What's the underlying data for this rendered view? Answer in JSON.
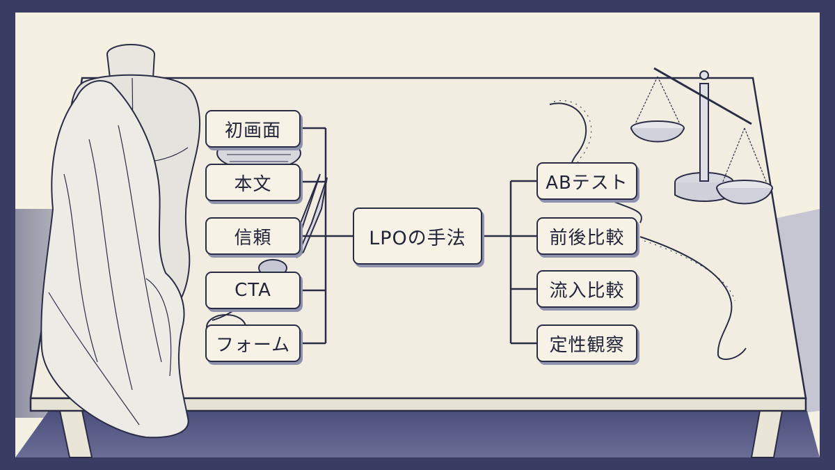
{
  "diagram": {
    "center": {
      "label": "LPOの手法"
    },
    "left_items": [
      {
        "label": "初画面"
      },
      {
        "label": "本文"
      },
      {
        "label": "信頼"
      },
      {
        "label": "CTA"
      },
      {
        "label": "フォーム"
      }
    ],
    "right_items": [
      {
        "label": "ABテスト"
      },
      {
        "label": "前後比較"
      },
      {
        "label": "流入比較"
      },
      {
        "label": "定性観察"
      }
    ]
  },
  "colors": {
    "paper": "#f4f1e3",
    "ink": "#2a2c45",
    "shadow": "#5a5e86",
    "box_fill": "#f6f3e6"
  },
  "illustration": {
    "left_objects": [
      "dress-form-mannequin",
      "draped-fabric",
      "thread-spool",
      "fabric-scissors"
    ],
    "right_objects": [
      "balance-scale",
      "measuring-tape"
    ]
  }
}
